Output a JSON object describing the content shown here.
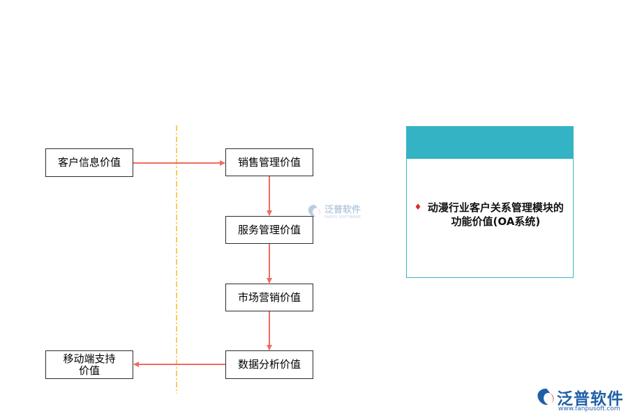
{
  "diagram": {
    "boxes": {
      "customer": "客户信息价值",
      "sales": "销售管理价值",
      "service": "服务管理价值",
      "market": "市场营销价值",
      "data": "数据分析价值",
      "mobile": "移动端支持\n价值"
    },
    "colors": {
      "arrow": "#f06b5e",
      "divider": "#f5c12e",
      "panel_header": "#33b3c4",
      "bullet": "#d52a2a"
    }
  },
  "panel": {
    "bullet": "♦",
    "title": "动漫行业客户关系管理模块的功能价值(OA系统)"
  },
  "watermark": {
    "center_text": "泛普软件",
    "center_sub": "FANPU SOFTWARE",
    "logo_text": "泛普软件",
    "logo_url": "www.fanpusoft.com"
  }
}
